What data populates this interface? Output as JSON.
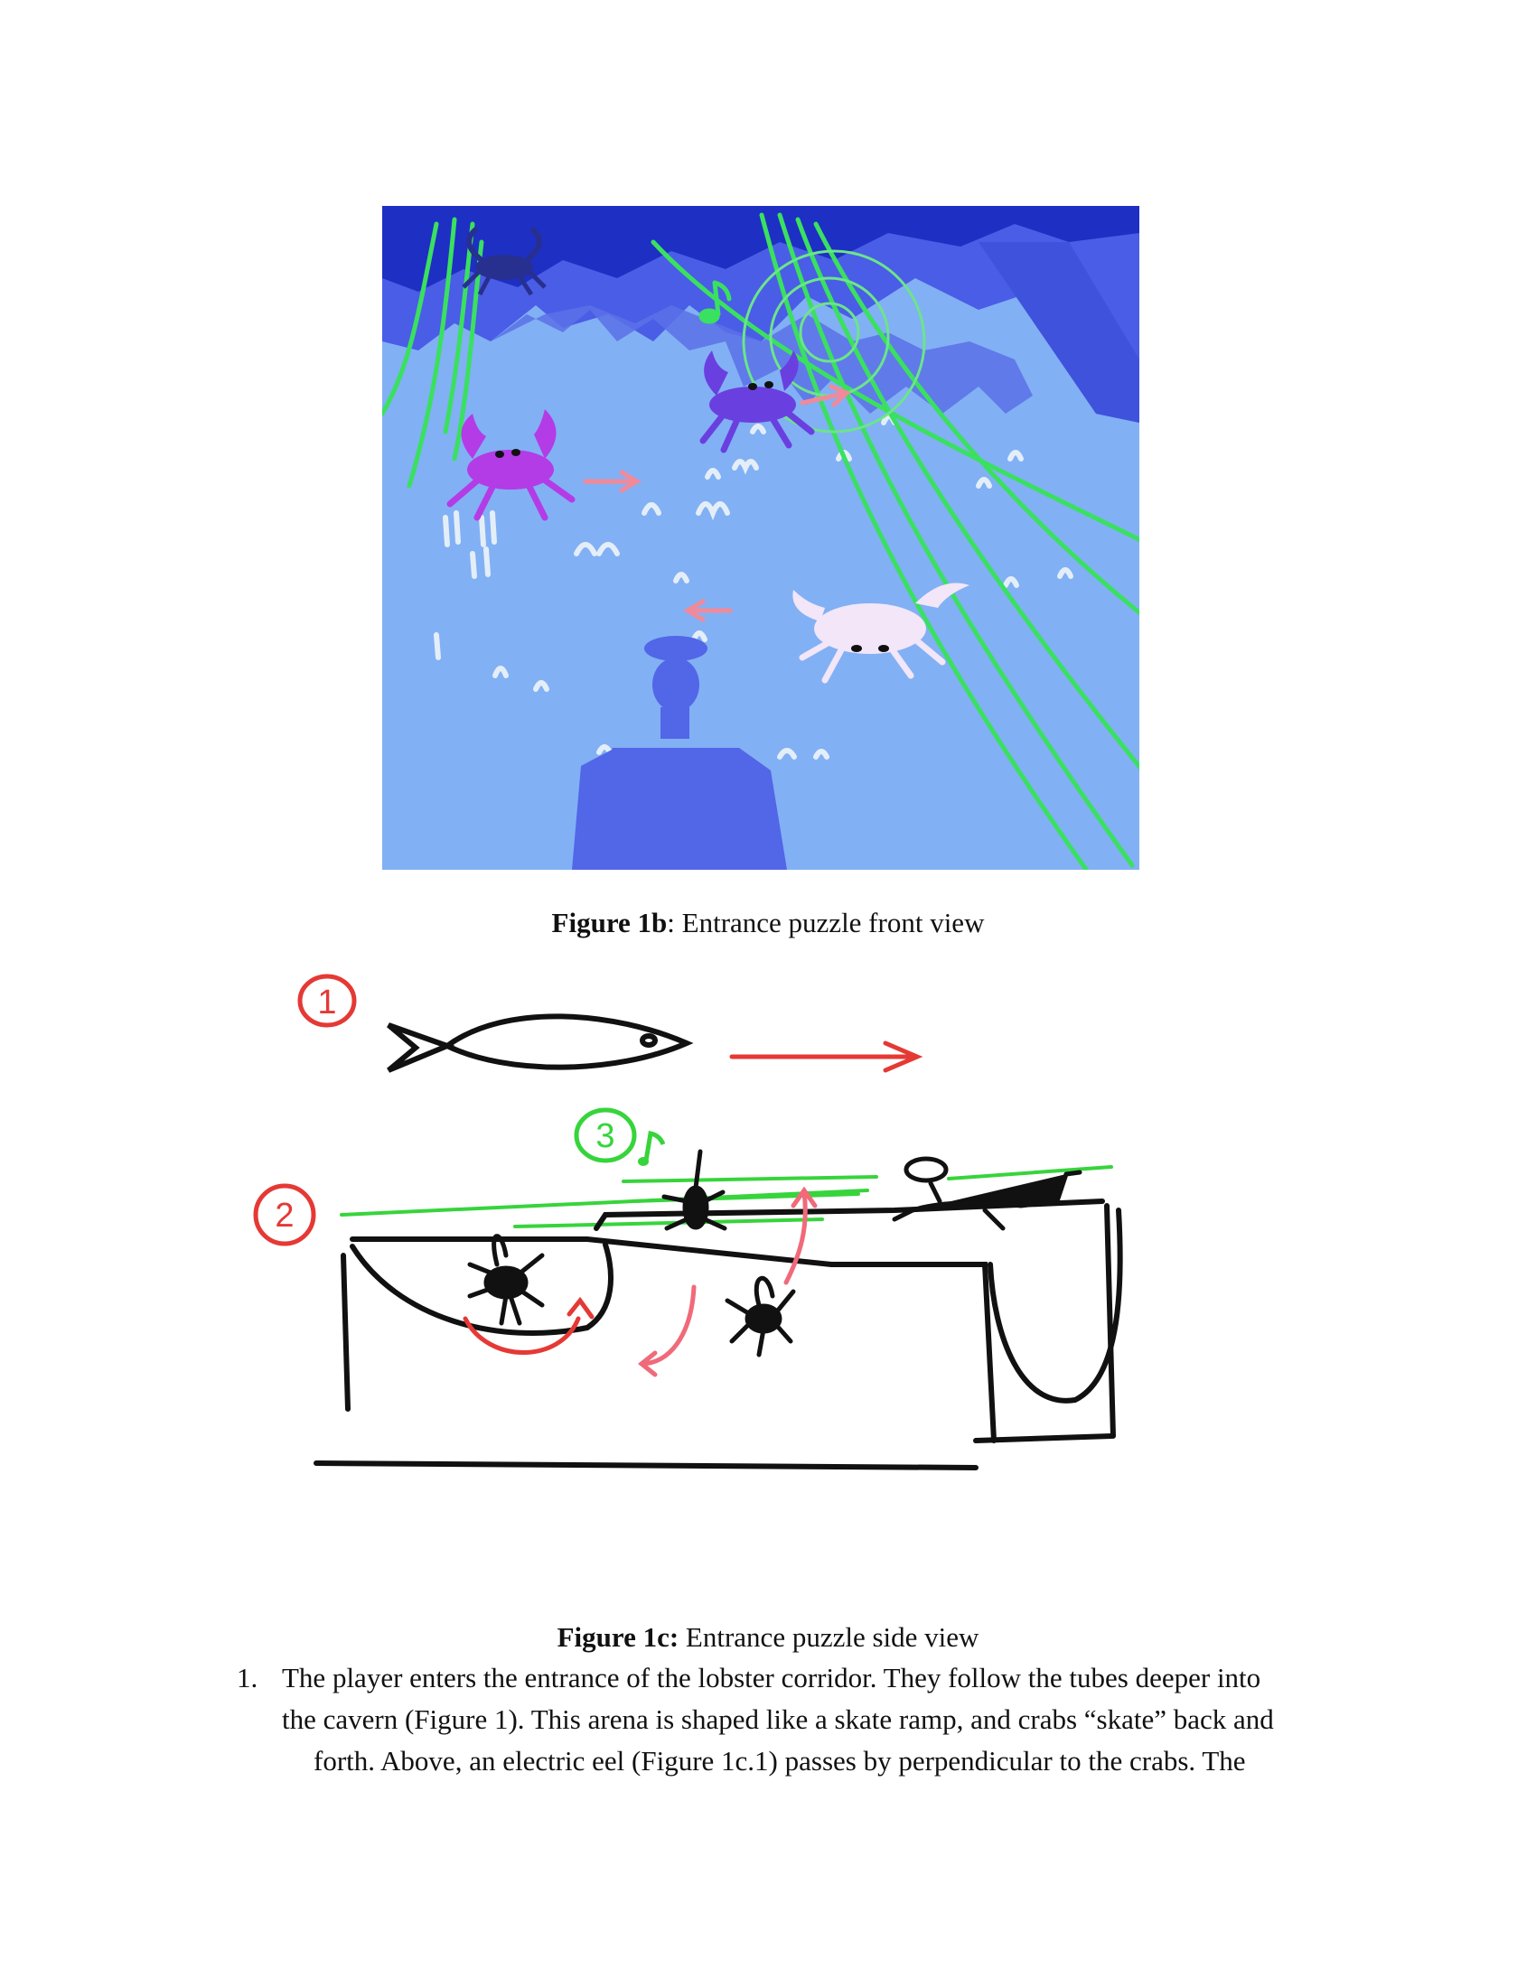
{
  "figure_1b": {
    "caption_label": "Figure 1b",
    "caption_text": ": Entrance puzzle front view",
    "colors": {
      "water": "#82b0f4",
      "cave_top": "#1e2fc4",
      "cave_mid": "#4a5de6",
      "seaweed": "#3ae060",
      "arrow": "#f08a9a",
      "crab_magenta": "#b33ce6",
      "crab_violet": "#6a3fe0",
      "crab_white": "#f2e6f8",
      "crab_dark": "#27308f",
      "player": "#5266e8",
      "bubbles": "#e4eef8"
    },
    "elements": [
      "magenta-crab",
      "violet-crab",
      "white-crab",
      "dark-crab",
      "music-note",
      "player-silhouette",
      "seaweed",
      "sonar-rings"
    ]
  },
  "figure_1c": {
    "caption_label": "Figure 1c:",
    "caption_text": " Entrance puzzle side view",
    "markers": [
      {
        "label": "1",
        "color": "#e53935"
      },
      {
        "label": "2",
        "color": "#e53935"
      },
      {
        "label": "3",
        "color": "#37d43c"
      }
    ],
    "colors": {
      "ink": "#111111",
      "red": "#e53935",
      "pink": "#f06a7a",
      "green": "#37d43c"
    }
  },
  "list": {
    "number": "1.",
    "lines": [
      "The player enters the entrance of the lobster corridor. They follow the tubes deeper into",
      "the cavern (Figure 1). This arena is shaped like a skate ramp, and crabs “skate” back and",
      "forth. Above, an electric eel (Figure 1c.1) passes by perpendicular to the crabs. The"
    ]
  }
}
